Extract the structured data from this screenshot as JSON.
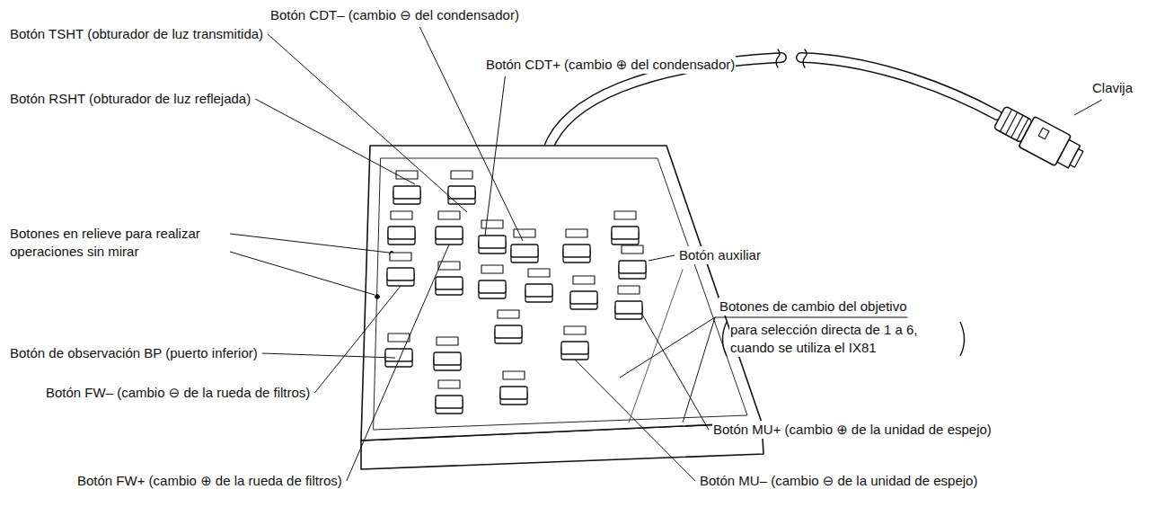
{
  "diagram": {
    "labels": [
      "Botón TSHT (obturador de luz transmitida)",
      "Botón CDT– (cambio ⊖ del condensador)",
      "Botón CDT+ (cambio ⊕ del condensador)",
      "Clavija",
      "Botón RSHT (obturador de luz reflejada)",
      "Botones en relieve para realizar operaciones sin mirar",
      "Botón auxiliar",
      "Botones de cambio del objetivo",
      "para selección directa de 1 a 6, cuando se utiliza el IX81",
      "Botón de observación BP (puerto inferior)",
      "Botón FW– (cambio ⊖ de la rueda de filtros)",
      "Botón MU+ (cambio ⊕ de la unidad de espejo)",
      "Botón FW+ (cambio ⊕ de la rueda de filtros)",
      "Botón MU– (cambio ⊖ de la unidad de espejo)"
    ]
  }
}
